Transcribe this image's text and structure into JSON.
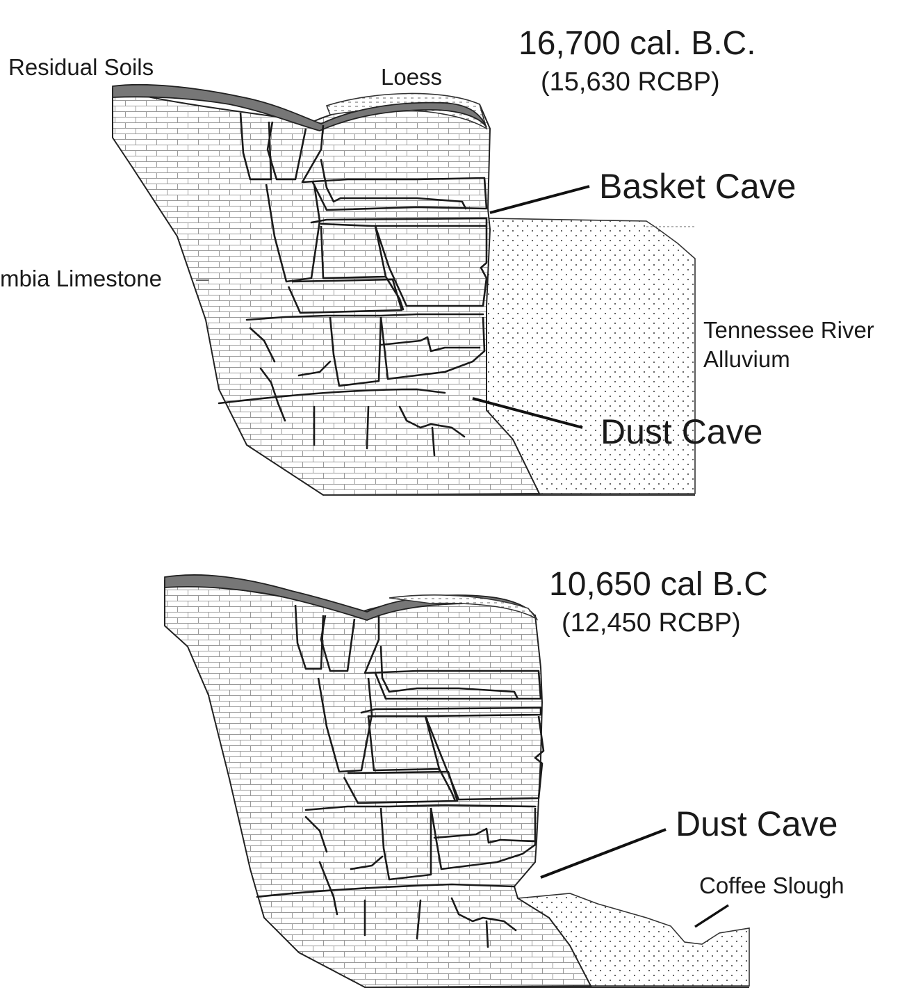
{
  "panels": [
    {
      "id": "top",
      "date_cal": "16,700 cal. B.C.",
      "date_rcbp": "(15,630 RCBP)",
      "labels": {
        "residual_soils": "Residual Soils",
        "loess": "Loess",
        "limestone": "mbia Limestone",
        "river_alluvium_line1": "Tennessee River",
        "river_alluvium_line2": "Alluvium",
        "basket_cave": "Basket Cave",
        "dust_cave": "Dust Cave"
      }
    },
    {
      "id": "bottom",
      "date_cal": "10,650 cal B.C",
      "date_rcbp": "(12,450 RCBP)",
      "labels": {
        "dust_cave": "Dust Cave",
        "coffee_slough": "Coffee Slough"
      }
    }
  ],
  "colors": {
    "ink": "#1a1a1a",
    "soil_fill": "#777777",
    "background": "#ffffff"
  }
}
